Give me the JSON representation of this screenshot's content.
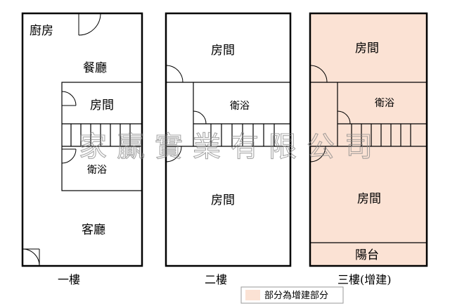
{
  "colors": {
    "added_area": "#fbe2d4",
    "wall": "#000000",
    "watermark": "#8a8a8a"
  },
  "floor1": {
    "label": "一樓",
    "kitchen": "廚房",
    "dining": "餐廳",
    "room": "房間",
    "bath": "衛浴",
    "living": "客廳"
  },
  "floor2": {
    "label": "二樓",
    "room_top": "房間",
    "bath": "衛浴",
    "room_bottom": "房間"
  },
  "floor3": {
    "label": "三樓(增建)",
    "room_top": "房間",
    "bath": "衛浴",
    "room_bottom": "房間",
    "balcony": "陽台"
  },
  "watermark": "家贏實業有限公司",
  "legend": {
    "text": "部分為增建部分"
  }
}
